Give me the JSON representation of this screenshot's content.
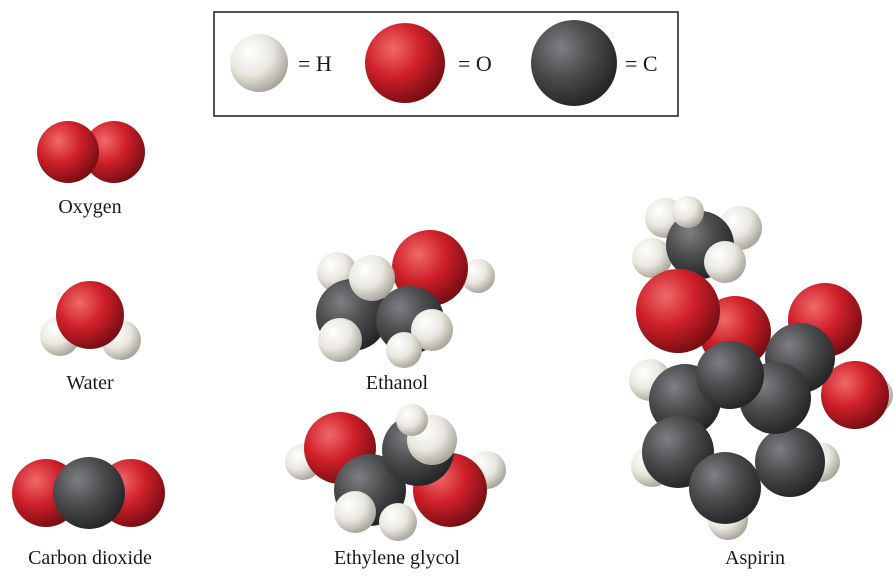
{
  "legend": {
    "items": [
      {
        "element": "H",
        "text": "= H"
      },
      {
        "element": "O",
        "text": "= O"
      },
      {
        "element": "C",
        "text": "= C"
      }
    ]
  },
  "molecules": {
    "oxygen": "Oxygen",
    "water": "Water",
    "carbon_dioxide": "Carbon dioxide",
    "ethanol": "Ethanol",
    "ethylene_glycol": "Ethylene glycol",
    "aspirin": "Aspirin"
  },
  "colors": {
    "hydrogen": "#e9e7df",
    "oxygen": "#d0202a",
    "carbon": "#4a4c4e"
  }
}
